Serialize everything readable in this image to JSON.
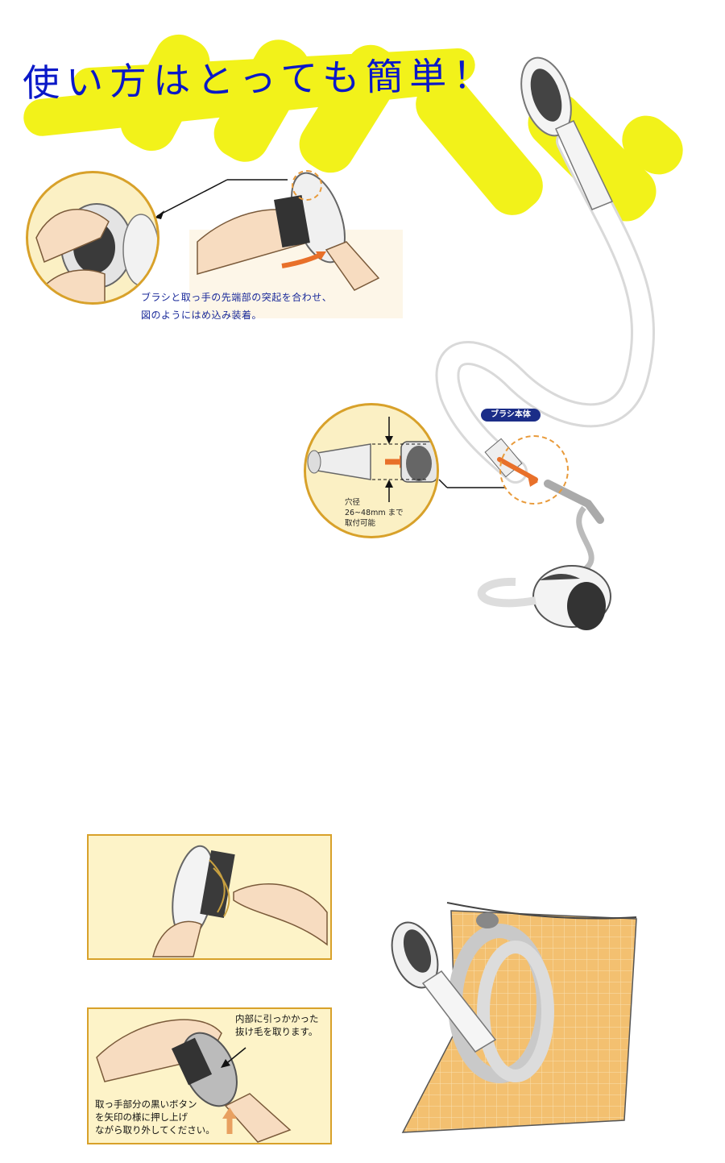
{
  "headline": "使い方はとっても簡単！",
  "step_attach": {
    "caption_line1": "ブラシと取っ手の先端部の突起を合わせ、",
    "caption_line2": "図のようにはめ込み装着。"
  },
  "hose_connection": {
    "badge": "ブラシ本体",
    "note_line1": "穴径",
    "note_line2": "26~48mm まで",
    "note_line3": "取付可能"
  },
  "hair_removal": {
    "note_inside_line1": "内部に引っかかった",
    "note_inside_line2": "抜け毛を取ります。",
    "note_button_line1": "取っ手部分の黒いボタン",
    "note_button_line2": "を矢印の様に押し上げ",
    "note_button_line3": "ながら取り外してください。"
  },
  "colors": {
    "headline": "#0a18c8",
    "highlight": "#f2f21a",
    "badge": "#1b2d88",
    "circle_border": "#d8a12a",
    "arrow": "#e8702a"
  }
}
